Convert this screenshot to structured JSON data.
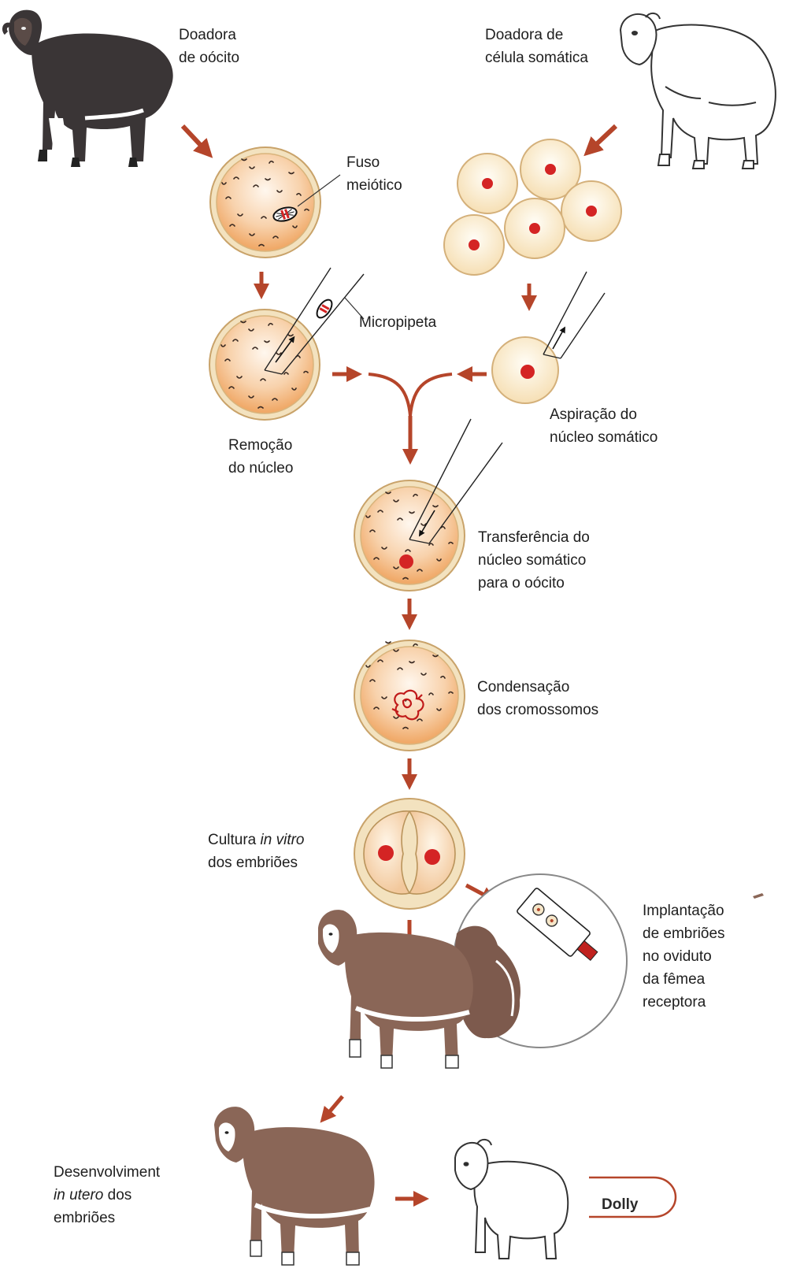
{
  "labels": {
    "oocyte_donor": [
      "Doadora",
      "de oócito"
    ],
    "somatic_donor": [
      "Doadora de",
      "célula somática"
    ],
    "meiotic_spindle": [
      "Fuso",
      "meiótico"
    ],
    "micropipette": "Micropipeta",
    "nucleus_removal": [
      "Remoção",
      "do núcleo"
    ],
    "somatic_aspiration": [
      "Aspiração do",
      "núcleo somático"
    ],
    "transfer": [
      "Transferência do",
      "núcleo somático",
      "para o oócito"
    ],
    "condensation": [
      "Condensação",
      "dos cromossomos"
    ],
    "culture": {
      "prefix": "Cultura ",
      "italic": "in vitro",
      "line2": "dos embriões"
    },
    "implantation": [
      "Implantação",
      "de embriões",
      "no oviduto",
      "da fêmea",
      "receptora"
    ],
    "development": {
      "line1": "Desenvolviment",
      "italic": "in utero",
      "suffix": " dos",
      "line3": "embriões"
    },
    "dolly": "Dolly"
  },
  "colors": {
    "arrow": "#b5452a",
    "nucleus": "#d42424",
    "cell_fill": "#f6c79a",
    "cell_rim": "#d8b57e",
    "somatic_fill": "#fdf0d6",
    "sheep_black": "#3a3536",
    "sheep_brown": "#8a6657"
  }
}
